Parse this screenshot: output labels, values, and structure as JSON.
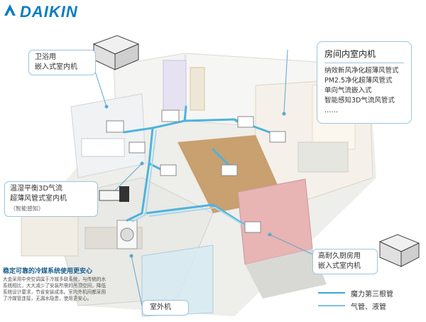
{
  "brand": {
    "name": "DAIKIN",
    "color": "#0a7cc1"
  },
  "callouts": {
    "bathroom": [
      "卫浴用",
      "嵌入式室内机"
    ],
    "living": [
      "温湿平衡3D气流",
      "超薄风管式室内机",
      "（智能感知）"
    ],
    "outdoor": [
      "室外机"
    ],
    "kitchen": [
      "高耐久厨房用",
      "嵌入式室内机"
    ]
  },
  "room_units": {
    "title": "房间内室内机",
    "items": [
      "纳效新风净化超薄风管式",
      "PM2.5净化超薄风管式",
      "单向气流嵌入式",
      "智能感知3D气流风管式",
      "……"
    ]
  },
  "note": {
    "title": "稳定可靠的冷媒系统使用更安心",
    "body": "大金采用中央空调属于冷媒多联系统，与传统的水系统相比，大大减少了安装所需的吊顶空间，降低系统设计要求，节省安装成本。室内外机间都采用了冷媒管连接，无漏水隐患，使用更安心。"
  },
  "legend": [
    {
      "label": "魔力第三根管",
      "color": "#3aa6d6"
    },
    {
      "label": "气管、液管",
      "color": "#7fc0e0"
    }
  ],
  "colors": {
    "pipe_main": "#4fb3dd",
    "pipe_light": "#a8d8ee",
    "callout_border": "#9fc4dc",
    "wall": "#f2f2f0",
    "floor_wood": "#c9a070",
    "floor_tile": "#d8d8d4",
    "kitchen_wall": "#e8b4b4"
  }
}
